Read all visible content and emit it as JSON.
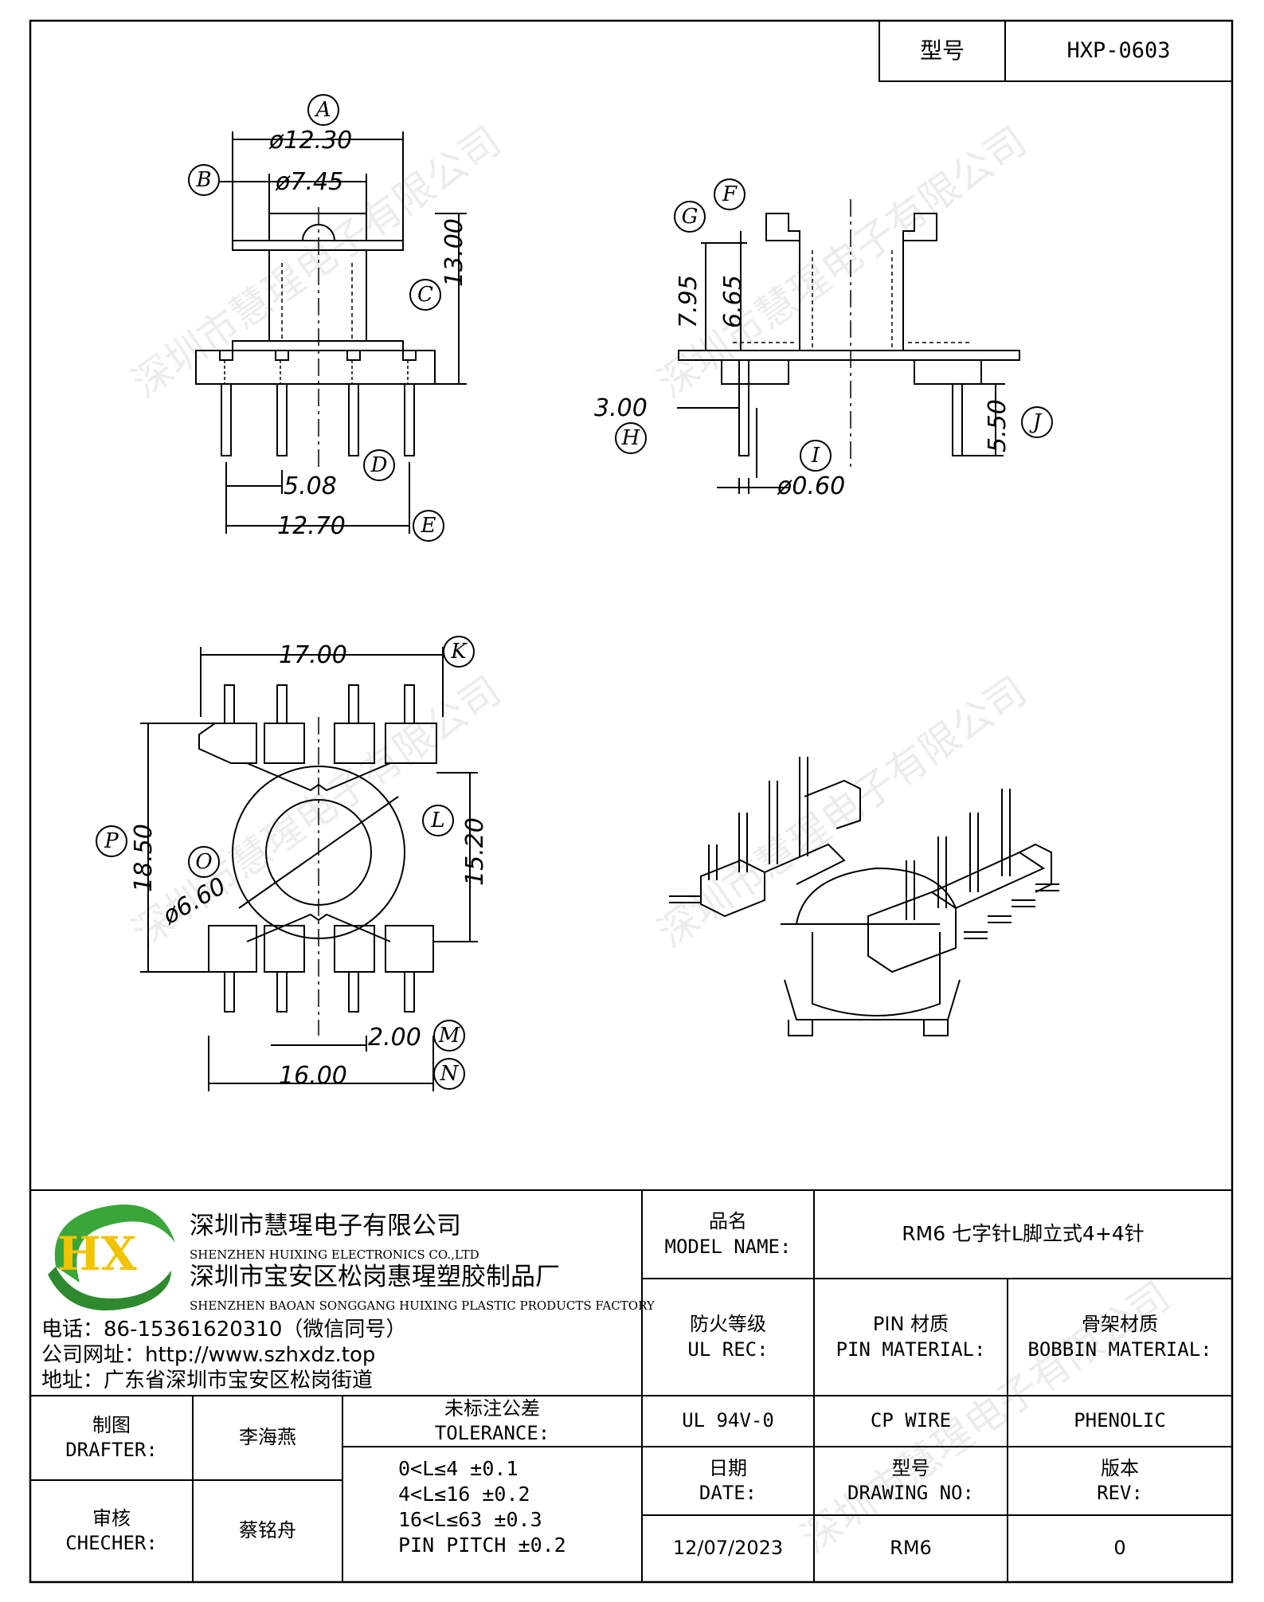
{
  "header": {
    "model_label": "型号",
    "model_value": "HXP-0603"
  },
  "drawing_labels": {
    "A": "A",
    "B": "B",
    "C": "C",
    "D": "D",
    "E": "E",
    "F": "F",
    "G": "G",
    "H": "H",
    "I": "I",
    "J": "J",
    "K": "K",
    "L": "L",
    "M": "M",
    "N": "N",
    "O": "O",
    "P": "P"
  },
  "dimensions": {
    "A": "ø12.30",
    "B": "ø7.45",
    "C": "13.00",
    "D": "5.08",
    "E": "12.70",
    "G": "7.95",
    "F": "6.65",
    "H": "3.00",
    "I": "ø0.60",
    "J": "5.50",
    "K": "17.00",
    "L": "15.20",
    "P": "18.50",
    "O": "ø6.60",
    "M": "2.00",
    "N": "16.00"
  },
  "watermark": "深圳市慧瑆电子有限公司",
  "company": {
    "logo_letters": "HX",
    "name_cn": "深圳市慧瑆电子有限公司",
    "name_en": "SHENZHEN HUIXING ELECTRONICS CO.,LTD",
    "factory_cn": "深圳市宝安区松岗惠瑆塑胶制品厂",
    "factory_en": "SHENZHEN BAOAN SONGGANG HUIXING PLASTIC PRODUCTS FACTORY",
    "phone": "电话：86-15361620310（微信同号）",
    "website": "公司网址：http://www.szhxdz.top",
    "address": "地址：广东省深圳市宝安区松岗街道"
  },
  "title_block": {
    "model_name_cn": "品名",
    "model_name_en": "MODEL NAME:",
    "model_name_value": "RM6 七字针L脚立式4+4针",
    "ul_cn": "防火等级",
    "ul_en": "UL REC:",
    "pin_cn": "PIN 材质",
    "pin_en": "PIN MATERIAL:",
    "bobbin_cn": "骨架材质",
    "bobbin_en": "BOBBIN MATERIAL:",
    "ul_value": "UL 94V-0",
    "pin_value": "CP WIRE",
    "bobbin_value": "PHENOLIC",
    "date_cn": "日期",
    "date_en": "DATE:",
    "drawing_no_cn": "型号",
    "drawing_no_en": "DRAWING NO:",
    "rev_cn": "版本",
    "rev_en": "REV:",
    "date_value": "12/07/2023",
    "drawing_no_value": "RM6",
    "rev_value": "0",
    "drafter_cn": "制图",
    "drafter_en": "DRAFTER:",
    "drafter_name": "李海燕",
    "checker_cn": "审核",
    "checker_en": "CHECHER:",
    "checker_name": "蔡铭舟",
    "tolerance_cn": "未标注公差",
    "tolerance_en": "TOLERANCE:",
    "tolerance_lines": [
      "0<L≤4   ±0.1",
      "4<L≤16  ±0.2",
      "16<L≤63  ±0.3",
      "PIN PITCH  ±0.2"
    ]
  }
}
